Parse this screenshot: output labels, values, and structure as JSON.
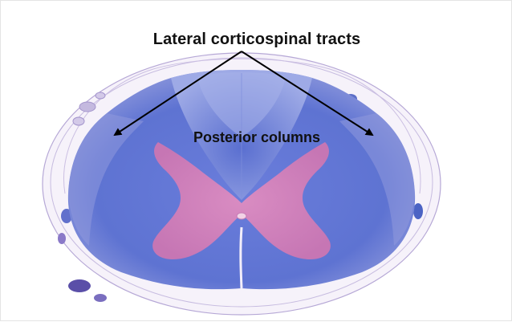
{
  "image": {
    "subject": "spinal-cord-cross-section",
    "colors": {
      "background": "#ffffff",
      "white_matter": "#5d74d3",
      "white_matter_light": "#9aa6e6",
      "gray_matter": "#d17fbb",
      "dura": "#b6a8d6",
      "arrow": "#000000",
      "text": "#111111"
    }
  },
  "labels": {
    "lateral_tracts": "Lateral corticospinal tracts",
    "posterior_columns": "Posterior columns"
  }
}
